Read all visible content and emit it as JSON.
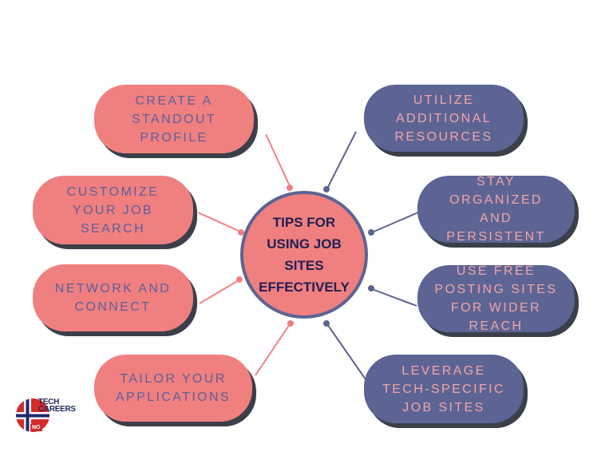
{
  "center": {
    "title": "TIPS FOR\nUSING JOB\nSITES\nEFFECTIVELY"
  },
  "left_tips": [
    "CREATE A\nSTANDOUT\nPROFILE",
    "CUSTOMIZE\nYOUR JOB\nSEARCH",
    "NETWORK AND\nCONNECT",
    "TAILOR YOUR\nAPPLICATIONS"
  ],
  "right_tips": [
    "UTILIZE\nADDITIONAL\nRESOURCES",
    "STAY ORGANIZED\nAND PERSISTENT",
    "USE FREE\nPOSTING SITES\nFOR WIDER\nREACH",
    "LEVERAGE\nTECH-SPECIFIC\nJOB SITES"
  ],
  "logo": {
    "line1": "TECH",
    "line2": "CAREERS",
    "badge": "NO"
  },
  "colors": {
    "pink": "#f08080",
    "blue": "#5c6494",
    "center_text": "#1e1f55",
    "shadow": "#3b3f4a"
  }
}
